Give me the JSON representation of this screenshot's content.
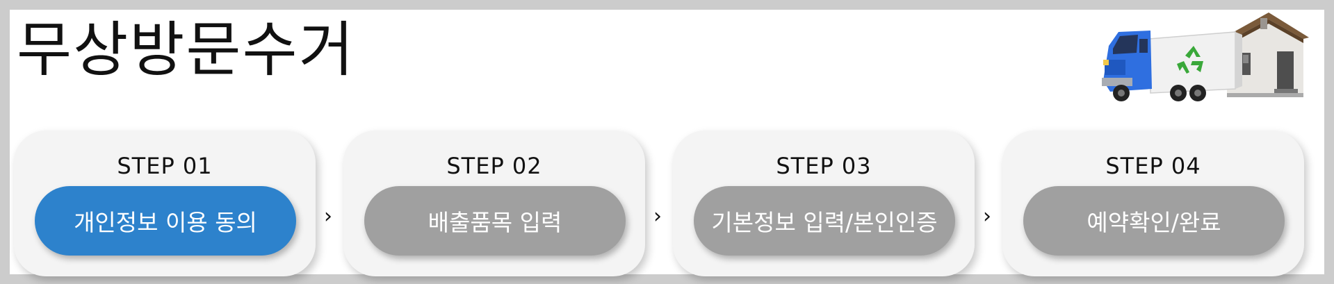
{
  "page": {
    "title": "무상방문수거"
  },
  "illustration": {
    "icon": "truck-house-recycle-illustration"
  },
  "colors": {
    "active": "#2d82cc",
    "inactive": "#a0a0a0",
    "card": "#f4f4f4",
    "background": "#cccccc"
  },
  "steps": [
    {
      "label": "STEP 01",
      "button": "개인정보 이용 동의",
      "active": true
    },
    {
      "label": "STEP 02",
      "button": "배출품목 입력",
      "active": false
    },
    {
      "label": "STEP 03",
      "button": "기본정보 입력/본인인증",
      "active": false
    },
    {
      "label": "STEP 04",
      "button": "예약확인/완료",
      "active": false
    }
  ],
  "separator": {
    "glyph": "›",
    "icon": "chevron-right-icon"
  }
}
